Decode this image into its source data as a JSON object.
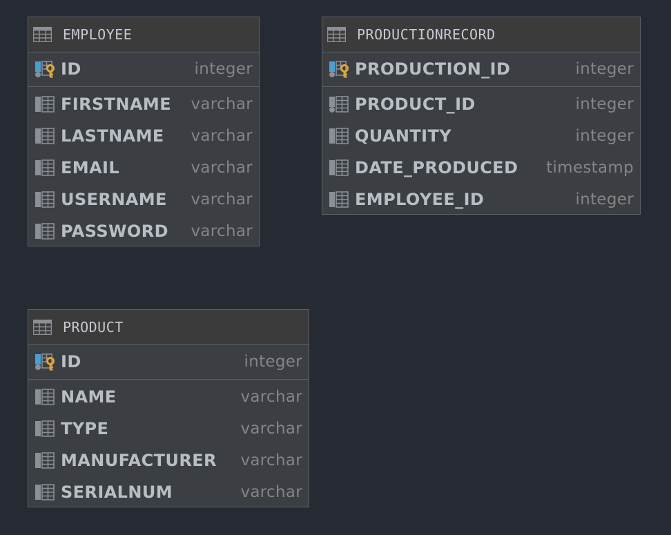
{
  "entities": [
    {
      "name": "EMPLOYEE",
      "primary_key": {
        "name": "ID",
        "type": "integer",
        "icon": "primary-key-icon"
      },
      "columns": [
        {
          "name": "FIRSTNAME",
          "type": "varchar",
          "icon": "column-icon"
        },
        {
          "name": "LASTNAME",
          "type": "varchar",
          "icon": "column-icon"
        },
        {
          "name": "EMAIL",
          "type": "varchar",
          "icon": "column-icon"
        },
        {
          "name": "USERNAME",
          "type": "varchar",
          "icon": "column-icon"
        },
        {
          "name": "PASSWORD",
          "type": "varchar",
          "icon": "column-icon"
        }
      ]
    },
    {
      "name": "PRODUCTIONRECORD",
      "primary_key": {
        "name": "PRODUCTION_ID",
        "type": "integer",
        "icon": "primary-key-icon"
      },
      "columns": [
        {
          "name": "PRODUCT_ID",
          "type": "integer",
          "icon": "foreign-key-column-icon"
        },
        {
          "name": "QUANTITY",
          "type": "integer",
          "icon": "column-icon"
        },
        {
          "name": "DATE_PRODUCED",
          "type": "timestamp",
          "icon": "column-icon"
        },
        {
          "name": "EMPLOYEE_ID",
          "type": "integer",
          "icon": "column-icon"
        }
      ]
    },
    {
      "name": "PRODUCT",
      "primary_key": {
        "name": "ID",
        "type": "integer",
        "icon": "primary-key-icon"
      },
      "columns": [
        {
          "name": "NAME",
          "type": "varchar",
          "icon": "column-icon"
        },
        {
          "name": "TYPE",
          "type": "varchar",
          "icon": "column-icon"
        },
        {
          "name": "MANUFACTURER",
          "type": "varchar",
          "icon": "column-icon"
        },
        {
          "name": "SERIALNUM",
          "type": "varchar",
          "icon": "column-icon"
        }
      ]
    }
  ],
  "colors": {
    "background": "#262b33",
    "entity_body": "#3b3e42",
    "entity_header": "#3c3b3b",
    "border": "#60636a",
    "name_text": "#b9bdc4",
    "type_text": "#858585",
    "key_accent": "#e0a63a",
    "pk_column_accent": "#4a9fcf"
  }
}
